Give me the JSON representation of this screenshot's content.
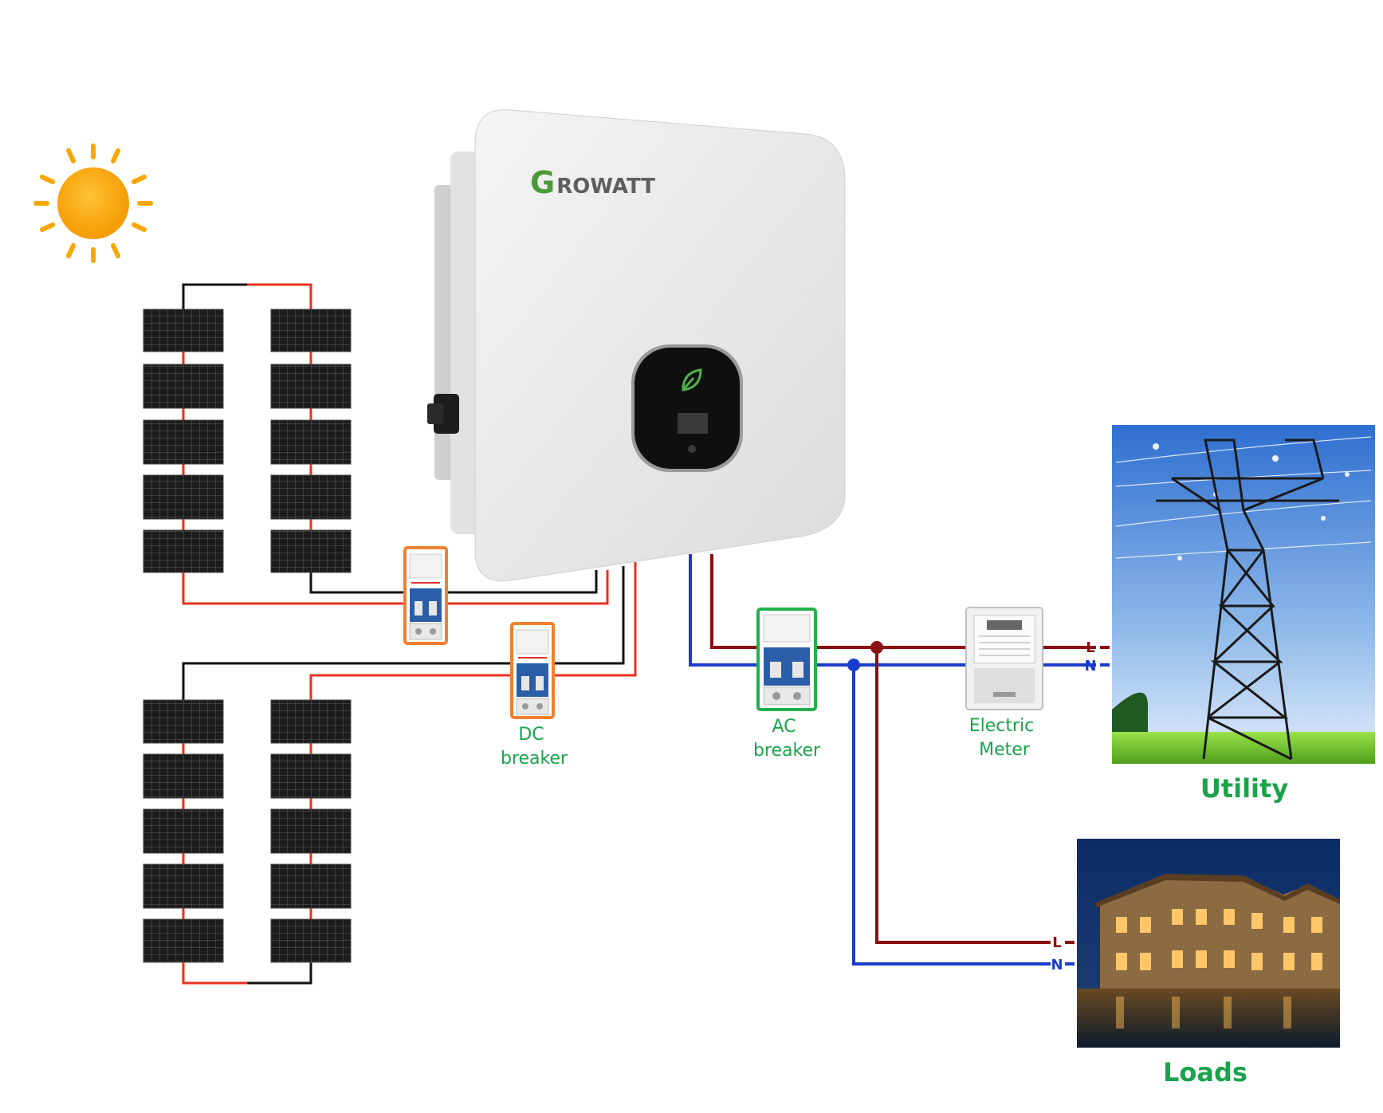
{
  "brand": {
    "initial": "G",
    "rest": "ROWATT"
  },
  "labels": {
    "dc_breaker_line1": "DC",
    "dc_breaker_line2": "breaker",
    "ac_breaker_line1": "AC",
    "ac_breaker_line2": "breaker",
    "meter_line1": "Electric",
    "meter_line2": "Meter",
    "utility": "Utility",
    "loads": "Loads"
  },
  "terminals": {
    "utility_l": "L",
    "utility_n": "N",
    "loads_l": "L",
    "loads_n": "N"
  },
  "colors": {
    "brand_green": "#4a9a3a",
    "label_green": "#1aa34a",
    "dc_positive": "#e8321e",
    "dc_negative": "#111111",
    "ac_live": "#8b1010",
    "ac_neutral": "#1a3ccc",
    "sun": "#f7a800"
  },
  "icons": [
    "sun-icon",
    "leaf-icon",
    "inverter-icon",
    "solar-panel-icon",
    "breaker-icon",
    "meter-icon",
    "transmission-tower-icon",
    "house-icon"
  ]
}
